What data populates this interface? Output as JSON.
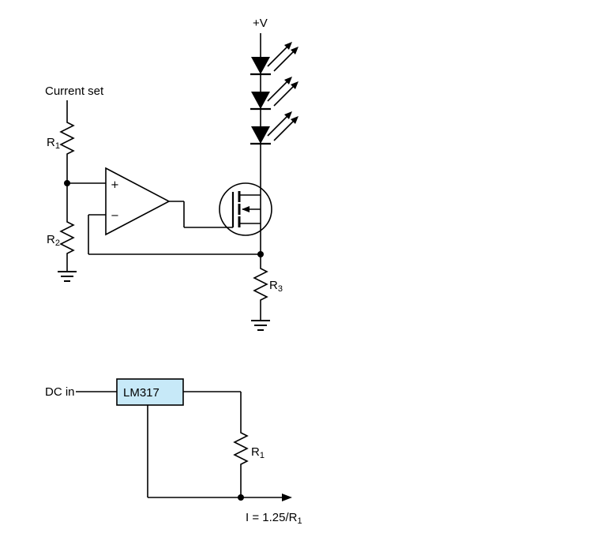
{
  "colors": {
    "stroke": "#000000",
    "ic_fill": "#c7e9f8",
    "background": "#ffffff"
  },
  "top_circuit": {
    "supply_label": "+V",
    "current_set_label": "Current set",
    "r1_label": {
      "base": "R",
      "sub": "1"
    },
    "r2_label": {
      "base": "R",
      "sub": "2"
    },
    "r3_label": {
      "base": "R",
      "sub": "3"
    },
    "opamp": {
      "noninverting_label": "+",
      "inverting_label": "−"
    }
  },
  "bottom_circuit": {
    "input_label": "DC in",
    "regulator_label": "LM317",
    "r1_label": {
      "base": "R",
      "sub": "1"
    },
    "output_current_label": {
      "base": "I = 1.25/R",
      "sub": "1"
    }
  }
}
